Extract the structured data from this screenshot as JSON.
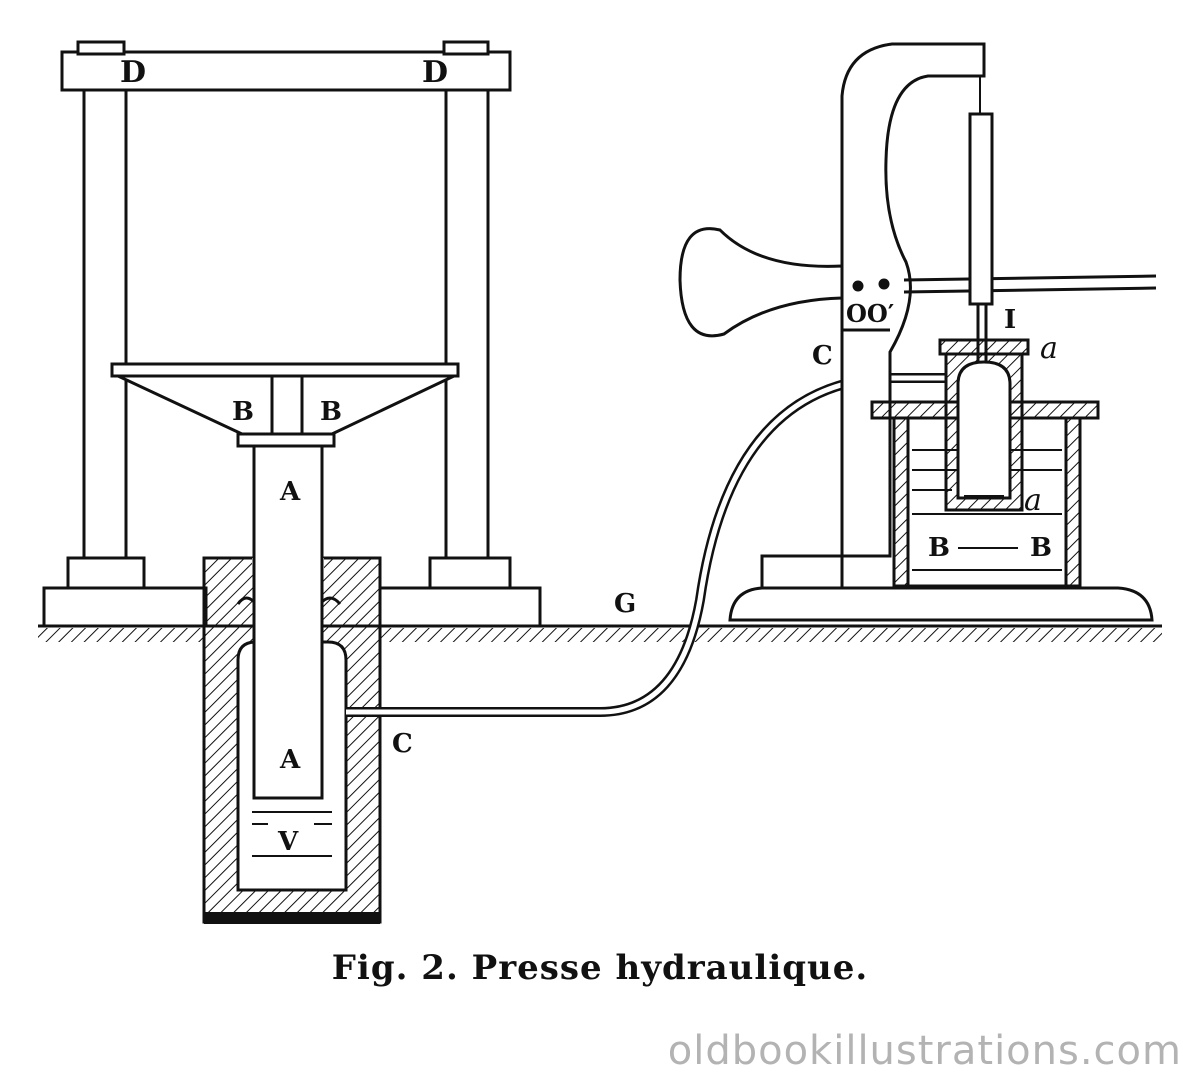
{
  "figure": {
    "caption": "Fig. 2. Presse hydraulique.",
    "credit": "oldbookillustrations.com",
    "labels": {
      "D_left": "D",
      "D_right": "D",
      "B_left": "B",
      "B_right": "B",
      "A_upper": "A",
      "A_lower": "A",
      "V": "V",
      "C_cylinder": "C",
      "G": "G",
      "C_pump": "C",
      "oo": "OO′",
      "I": "I",
      "a_upper": "a",
      "a_lower": "a",
      "B_pump_left": "B",
      "B_pump_right": "B"
    }
  }
}
